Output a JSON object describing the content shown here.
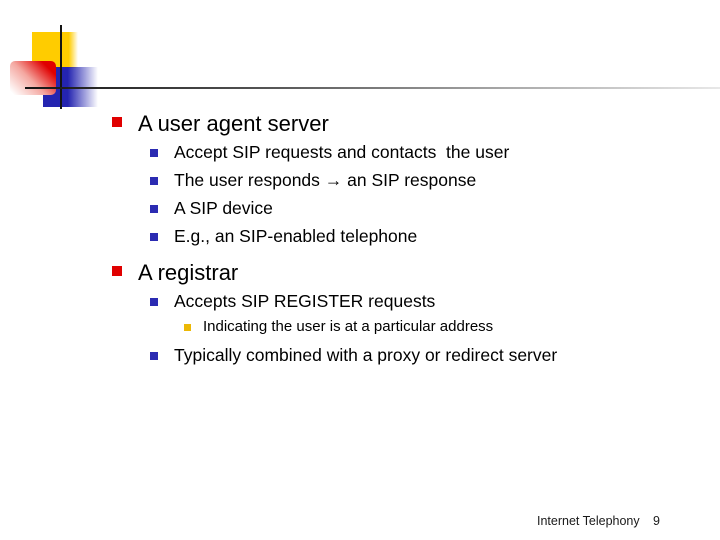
{
  "slide": {
    "footer": {
      "label": "Internet Telephony",
      "page_number": "9"
    },
    "colors": {
      "level1_bullet": "#e00000",
      "level2_bullet": "#2b2bb2",
      "level3_bullet": "#ecb805",
      "decor_yellow": "#ffcc00",
      "decor_blue": "#2424b0",
      "decor_red": "#e00000",
      "divider_line": "#141414"
    },
    "bullets": [
      {
        "level": 1,
        "text": "A user agent server"
      },
      {
        "level": 2,
        "text": "Accept SIP requests and contacts  the user"
      },
      {
        "level": 2,
        "text": "The user responds → an SIP response"
      },
      {
        "level": 2,
        "text": "A SIP device"
      },
      {
        "level": 2,
        "text": "E.g., an SIP-enabled telephone"
      },
      {
        "level": 1,
        "text": "A registrar"
      },
      {
        "level": 2,
        "text": "Accepts SIP REGISTER requests"
      },
      {
        "level": 3,
        "text": "Indicating the user is at a particular address"
      },
      {
        "level": 2,
        "text": "Typically combined with a proxy or redirect server"
      }
    ]
  }
}
